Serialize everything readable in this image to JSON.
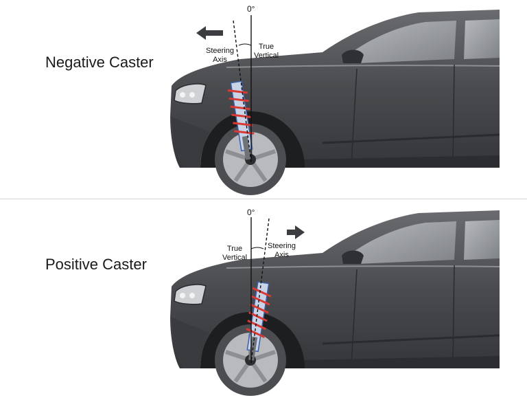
{
  "top": {
    "title": "Negative Caster",
    "zero_label": "0°",
    "steering_axis_label": [
      "Steering",
      "Axis"
    ],
    "true_vertical_label": [
      "True",
      "Vertical"
    ],
    "arrow_direction": "left"
  },
  "bottom": {
    "title": "Positive Caster",
    "zero_label": "0°",
    "steering_axis_label": [
      "Steering",
      "Axis"
    ],
    "true_vertical_label": [
      "True",
      "Vertical"
    ],
    "arrow_direction": "right"
  },
  "colors": {
    "car_body": "#4a4b4e",
    "car_dark": "#2c2d30",
    "glass": "#9ea1a5",
    "spring": "#d93a33",
    "strut": "#3a5fa8",
    "brake_caliper": "#ef8a2e",
    "tire": "#4b4d50",
    "rim": "#b8babd"
  }
}
